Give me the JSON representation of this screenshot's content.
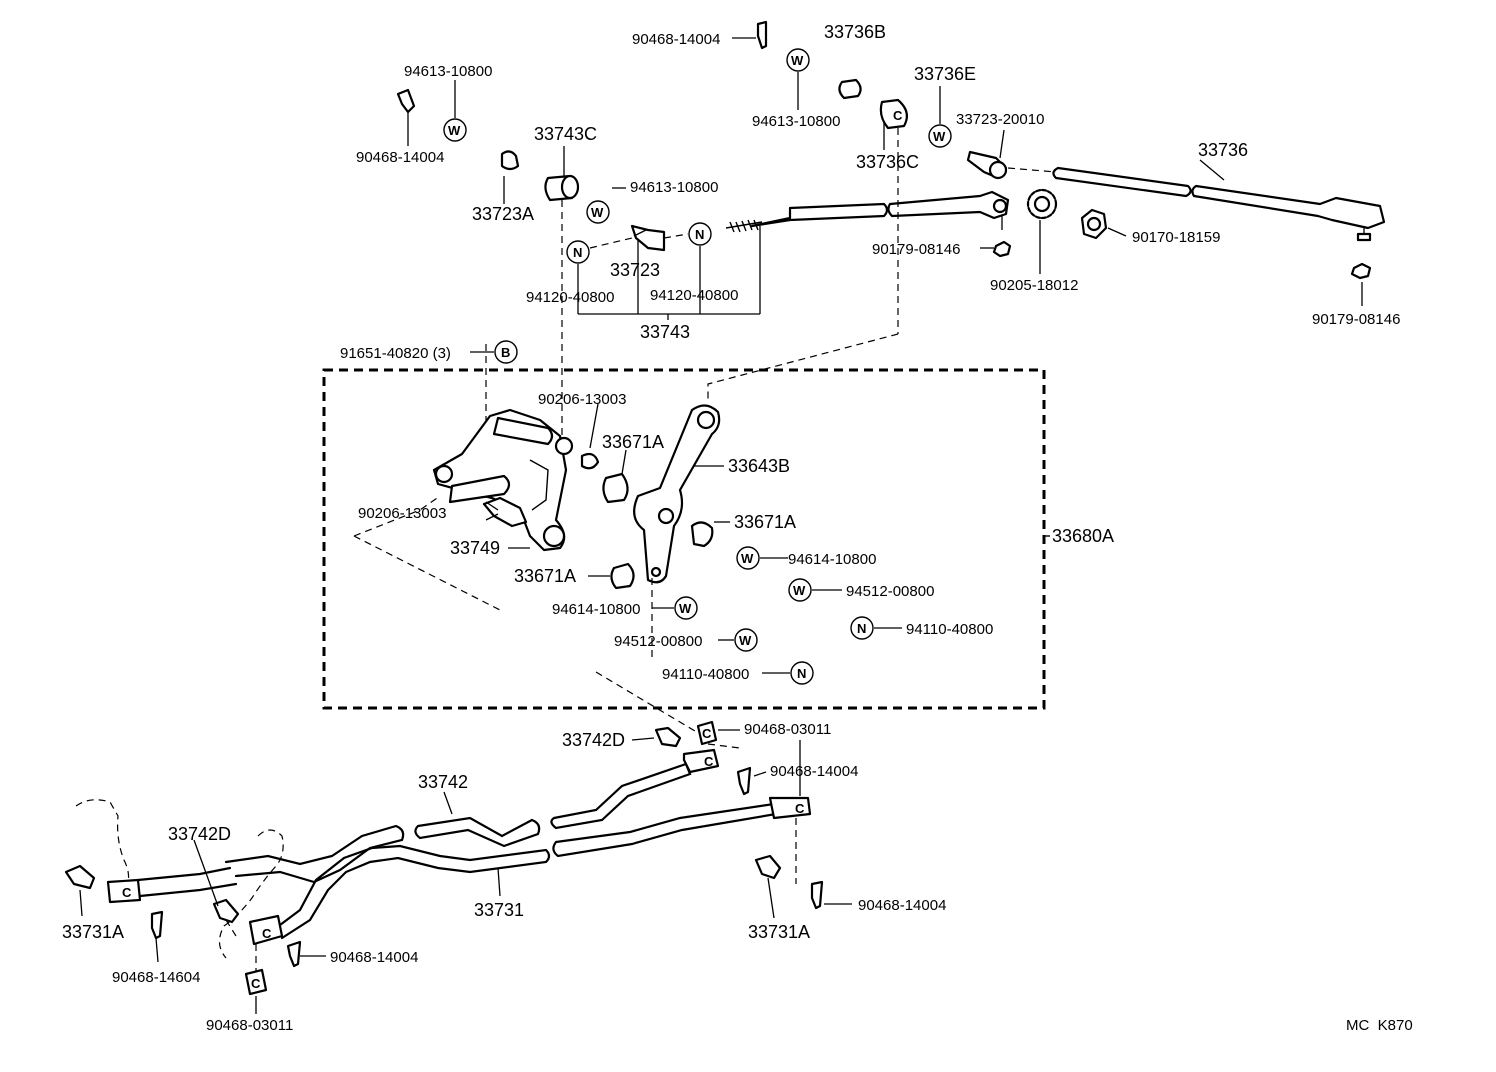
{
  "labels": {
    "p1": "90468-14004",
    "p2": "33736B",
    "p3": "94613-10800",
    "p4": "90468-14004",
    "p5": "94613-10800",
    "p6": "33736E",
    "p7": "33723-20010",
    "p8": "33743C",
    "p9": "33736C",
    "p10": "33736",
    "p11": "33723A",
    "p12": "94613-10800",
    "p13": "90179-08146",
    "p14": "90170-18159",
    "p15": "33723",
    "p16": "94120-40800",
    "p17": "94120-40800",
    "p18": "90205-18012",
    "p19": "33743",
    "p20": "90179-08146",
    "p21": "91651-40820 (3)",
    "p22": "90206-13003",
    "p23": "33671A",
    "p24": "33643B",
    "p25": "33671A",
    "p26": "90206-13003",
    "p27": "33680A",
    "p28": "33749",
    "p29": "94614-10800",
    "p30": "33671A",
    "p31": "94512-00800",
    "p32": "94614-10800",
    "p33": "94110-40800",
    "p34": "94512-00800",
    "p35": "94110-40800",
    "p36": "33742D",
    "p37": "90468-03011",
    "p38": "33742",
    "p39": "90468-14004",
    "p40": "33742D",
    "p41": "33731",
    "p42": "33731A",
    "p43": "33731A",
    "p44": "90468-14004",
    "p45": "90468-14604",
    "p46": "90468-14004",
    "p47": "90468-03011",
    "footer": "MC  K870"
  },
  "symbols": {
    "washer": "W",
    "nut": "N",
    "bolt": "B",
    "collar": "C"
  }
}
